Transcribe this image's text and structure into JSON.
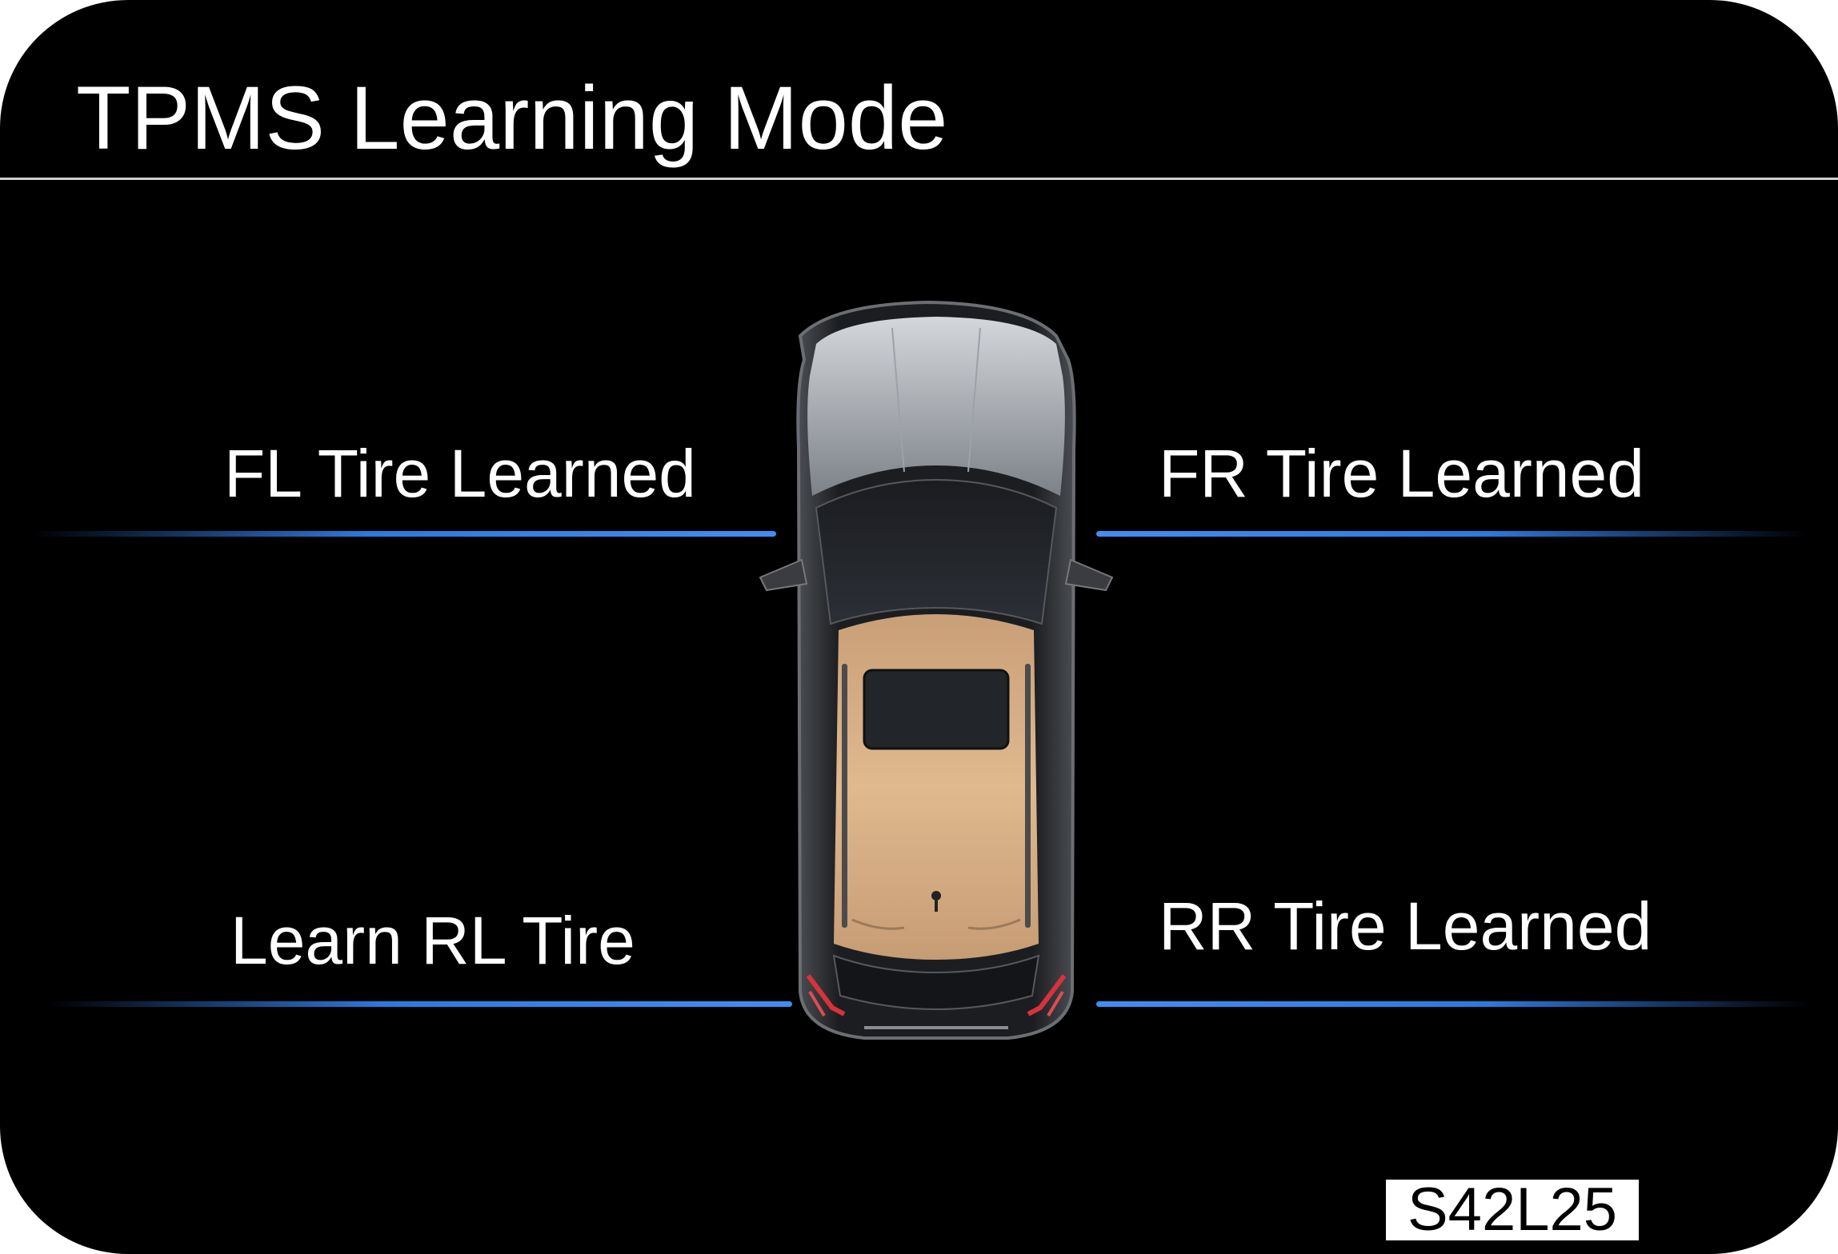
{
  "screen": {
    "title": "TPMS Learning Mode"
  },
  "tires": {
    "front_left": {
      "label": "FL Tire Learned"
    },
    "front_right": {
      "label": "FR Tire Learned"
    },
    "rear_left": {
      "label": "Learn RL Tire"
    },
    "rear_right": {
      "label": "RR Tire Learned"
    }
  },
  "colors": {
    "background": "#000000",
    "text": "#ffffff",
    "guide_line": "#3f8ef5",
    "car_roof": "#c9a07a",
    "car_body": "#1a1a1a"
  },
  "vehicle": {
    "icon": "car-top-view-icon"
  },
  "footer": {
    "code": "S42L25"
  }
}
